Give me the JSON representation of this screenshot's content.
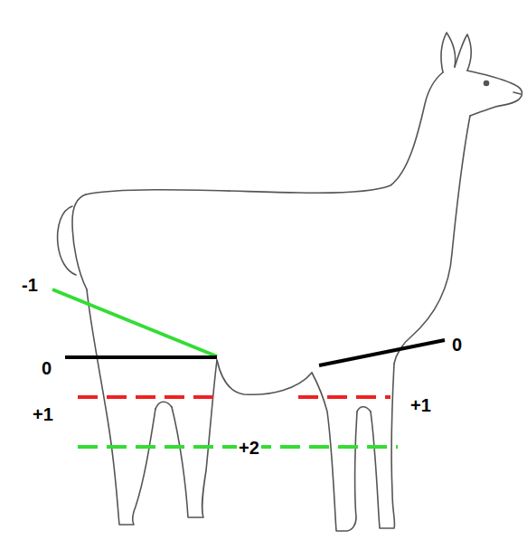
{
  "diagram": {
    "labels": [
      "-1",
      "0",
      "0",
      "+1",
      "+1",
      "+2"
    ]
  }
}
